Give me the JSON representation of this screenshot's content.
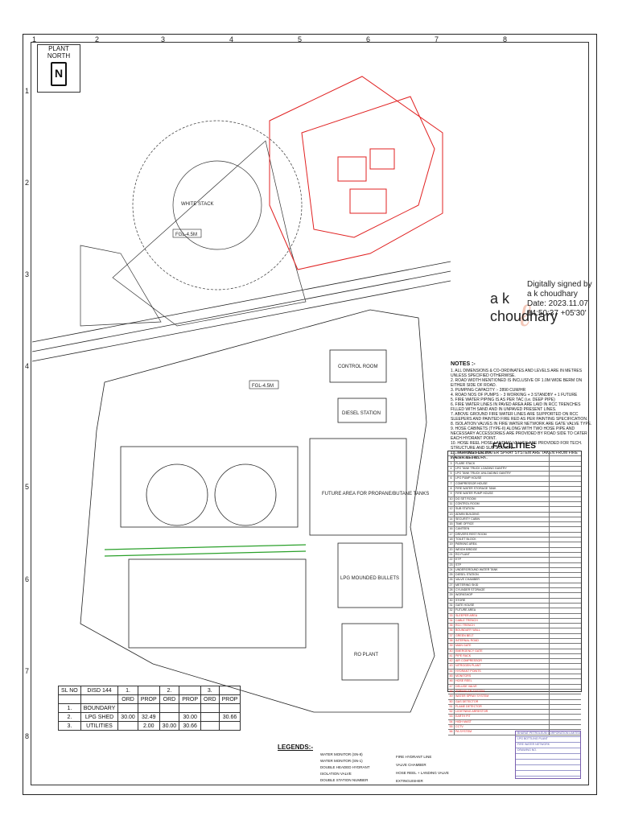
{
  "compass": {
    "label": "PLANT NORTH",
    "letter": "N"
  },
  "grid": {
    "top": [
      "1",
      "2",
      "3",
      "4",
      "5",
      "6",
      "7",
      "8"
    ],
    "side": [
      "1",
      "2",
      "3",
      "4",
      "5",
      "6",
      "7",
      "8"
    ]
  },
  "signature": {
    "name": "a k choudhary",
    "digital": "Digitally signed by a k choudhary Date: 2023.11.07 14:50:37 +05'30'"
  },
  "plan_labels": {
    "fgl_top": "FGL-4.5M",
    "fgl_mid": "FGL-4.5M",
    "control_room": "CONTROL ROOM",
    "diesel_station": "DIESEL STATION",
    "future": "FUTURE AREA FOR PROPANE/BUTANE TANKS",
    "mounded": "LPG MOUNDED BULLETS",
    "ro": "RO PLANT",
    "flare": "WHITE STACK"
  },
  "notes": {
    "title": "NOTES :-",
    "items": [
      "1. ALL DIMENSIONS & CO-ORDINATES AND LEVELS ARE IN METRES UNLESS SPECIFIED OTHERWISE.",
      "2. ROAD WIDTH MENTIONED IS INCLUSIVE OF 1.0M WIDE BERM ON EITHER SIDE OF ROAD.",
      "3. PUMPING CAPACITY :- 2890 CUM/HR",
      "4. ROAD NOS OF PUMPS :- 3 WORKING + 3 STANDBY + 1 FUTURE",
      "5. FIRE WATER PIPING IS AS PER TAC (i.e. DEEP PIPE)",
      "6. FIRE WATER LINES IN PAVED AREA ARE LAID IN RCC TRENCHES FILLED WITH SAND AND IN UNPAVED PRESENT LINES.",
      "7. ABOVE GROUND FIRE WATER LINES ARE SUPPORTED ON RCC SLEEPERS AND PAINTED FIRE RED AS PER PAINTING SPECIFICATION.",
      "8. ISOLATION VALVES IN FIRE WATER NETWORK ARE GATE VALVE TYPE.",
      "9. HOSE CABINETS (TYPE-II) ALONG WITH TWO HOSE PIPE AND NECESSARY ACCESSORIES ARE PROVIDED BY ROAD SIDE TO CATER EACH HYDRANT POINT.",
      "10. HOSE REEL HOSE LANDING VALVES ARE PROVIDED FOR TECH. STRUCTURE AND SUB STATION.",
      "11. TAPPING FOR WATER SPRAY SYSTEM ARE TAKEN FROM FIRE WATER NETWORK."
    ]
  },
  "facilities": {
    "title": "FACILITIES",
    "rows": [
      {
        "n": "1",
        "d": "LPG MOUNDED BULLETS",
        "a": ""
      },
      {
        "n": "2",
        "d": "BOTTLING SHED",
        "a": ""
      },
      {
        "n": "3",
        "d": "FLARE STACK",
        "a": ""
      },
      {
        "n": "4",
        "d": "LPG TANK TRUCK LOADING GANTRY",
        "a": ""
      },
      {
        "n": "5",
        "d": "LPG TANK TRUCK UNLOADING GANTRY",
        "a": ""
      },
      {
        "n": "6",
        "d": "LPG PUMP HOUSE",
        "a": ""
      },
      {
        "n": "7",
        "d": "COMPRESSOR HOUSE",
        "a": ""
      },
      {
        "n": "8",
        "d": "FIRE WATER STORAGE TANK",
        "a": ""
      },
      {
        "n": "9",
        "d": "FIRE WATER PUMP HOUSE",
        "a": ""
      },
      {
        "n": "10",
        "d": "DG SET ROOM",
        "a": ""
      },
      {
        "n": "11",
        "d": "CONTROL ROOM",
        "a": ""
      },
      {
        "n": "12",
        "d": "SUB STATION",
        "a": ""
      },
      {
        "n": "13",
        "d": "ADMIN BUILDING",
        "a": ""
      },
      {
        "n": "14",
        "d": "SECURITY CABIN",
        "a": ""
      },
      {
        "n": "15",
        "d": "TIME OFFICE",
        "a": ""
      },
      {
        "n": "16",
        "d": "CANTEEN",
        "a": ""
      },
      {
        "n": "17",
        "d": "DRIVERS REST ROOM",
        "a": ""
      },
      {
        "n": "18",
        "d": "TOILET BLOCK",
        "a": ""
      },
      {
        "n": "19",
        "d": "PARKING AREA",
        "a": ""
      },
      {
        "n": "20",
        "d": "WEIGH BRIDGE",
        "a": ""
      },
      {
        "n": "21",
        "d": "RO PLANT",
        "a": ""
      },
      {
        "n": "22",
        "d": "ETP",
        "a": ""
      },
      {
        "n": "23",
        "d": "STP",
        "a": ""
      },
      {
        "n": "24",
        "d": "UNDERGROUND WATER TANK",
        "a": ""
      },
      {
        "n": "25",
        "d": "DIESEL STATION",
        "a": ""
      },
      {
        "n": "26",
        "d": "VALVE CHAMBER",
        "a": ""
      },
      {
        "n": "27",
        "d": "METERING SKID",
        "a": ""
      },
      {
        "n": "28",
        "d": "CYLINDER STORAGE",
        "a": ""
      },
      {
        "n": "29",
        "d": "WORKSHOP",
        "a": ""
      },
      {
        "n": "30",
        "d": "STORE",
        "a": ""
      },
      {
        "n": "31",
        "d": "GATE HOUSE",
        "a": ""
      },
      {
        "n": "32",
        "d": "FUTURE AREA",
        "a": ""
      },
      {
        "n": "33",
        "d": "SLEEPER AREA",
        "a": ""
      },
      {
        "n": "34",
        "d": "CABLE TRENCH",
        "a": ""
      },
      {
        "n": "35",
        "d": "RCC TRENCH",
        "a": ""
      },
      {
        "n": "36",
        "d": "BOUNDARY WALL",
        "a": ""
      },
      {
        "n": "37",
        "d": "GREEN BELT",
        "a": ""
      },
      {
        "n": "38",
        "d": "INTERNAL ROAD",
        "a": ""
      },
      {
        "n": "39",
        "d": "MAIN GATE",
        "a": ""
      },
      {
        "n": "40",
        "d": "EMERGENCY GATE",
        "a": ""
      },
      {
        "n": "41",
        "d": "PIPE RACK",
        "a": ""
      },
      {
        "n": "42",
        "d": "AIR COMPRESSOR",
        "a": ""
      },
      {
        "n": "43",
        "d": "NITROGEN PLANT",
        "a": ""
      },
      {
        "n": "44",
        "d": "HYDRANT POINTS",
        "a": ""
      },
      {
        "n": "45",
        "d": "MONITORS",
        "a": ""
      },
      {
        "n": "46",
        "d": "HOSE REEL",
        "a": ""
      },
      {
        "n": "47",
        "d": "DELUGE VALVE",
        "a": ""
      },
      {
        "n": "48",
        "d": "SPRINKLER SYSTEM",
        "a": ""
      },
      {
        "n": "49",
        "d": "WATER SPRAY SYSTEM",
        "a": ""
      },
      {
        "n": "50",
        "d": "GAS DETECTOR",
        "a": ""
      },
      {
        "n": "51",
        "d": "FLAME DETECTOR",
        "a": ""
      },
      {
        "n": "52",
        "d": "LIGHTNING ARRESTOR",
        "a": ""
      },
      {
        "n": "53",
        "d": "EARTH PIT",
        "a": ""
      },
      {
        "n": "54",
        "d": "HIGH MAST",
        "a": ""
      },
      {
        "n": "55",
        "d": "CCTV",
        "a": ""
      },
      {
        "n": "56",
        "d": "PA SYSTEM",
        "a": ""
      }
    ]
  },
  "area_table": {
    "header": [
      "SL NO",
      "DISD 144",
      "1.",
      "",
      "2.",
      "",
      "3.",
      ""
    ],
    "sub": [
      "",
      "",
      "ORD",
      "PROP",
      "ORD",
      "PROP",
      "ORD",
      "PROP"
    ],
    "rows": [
      [
        "1.",
        "BOUNDARY",
        "",
        "",
        "",
        "",
        "",
        ""
      ],
      [
        "2.",
        "LPG SHED",
        "30.00",
        "32.49",
        "",
        "30.00",
        "",
        "30.66"
      ],
      [
        "3.",
        "UTILITIES",
        "",
        "2.00",
        "30.00",
        "30.66",
        "",
        ""
      ]
    ]
  },
  "legend": {
    "title": "LEGENDS:-",
    "items": [
      "WATER MONITOR (SN-8)",
      "WATER MONITOR (SN-1)",
      "DOUBLE HEADED HYDRANT",
      "ISOLATION VALVE",
      "DOUBLE STATION NUMBER"
    ],
    "items2": [
      "FIRE HYDRANT LINE",
      "VALVE CHAMBER",
      "HOSE REEL + LANDING VALVE",
      "EXTINGUISHER"
    ]
  },
  "title_block": {
    "lines": [
      "BHARAT PETROLEUM CORPORATION LIMITED",
      "LPG BOTTLING PLANT",
      "FIRE WATER NETWORK",
      "DRAWING NO.",
      "",
      "",
      "",
      ""
    ]
  },
  "colors": {
    "red": "#e02020",
    "green": "#2aa02a",
    "purple": "#7a5fb0"
  }
}
